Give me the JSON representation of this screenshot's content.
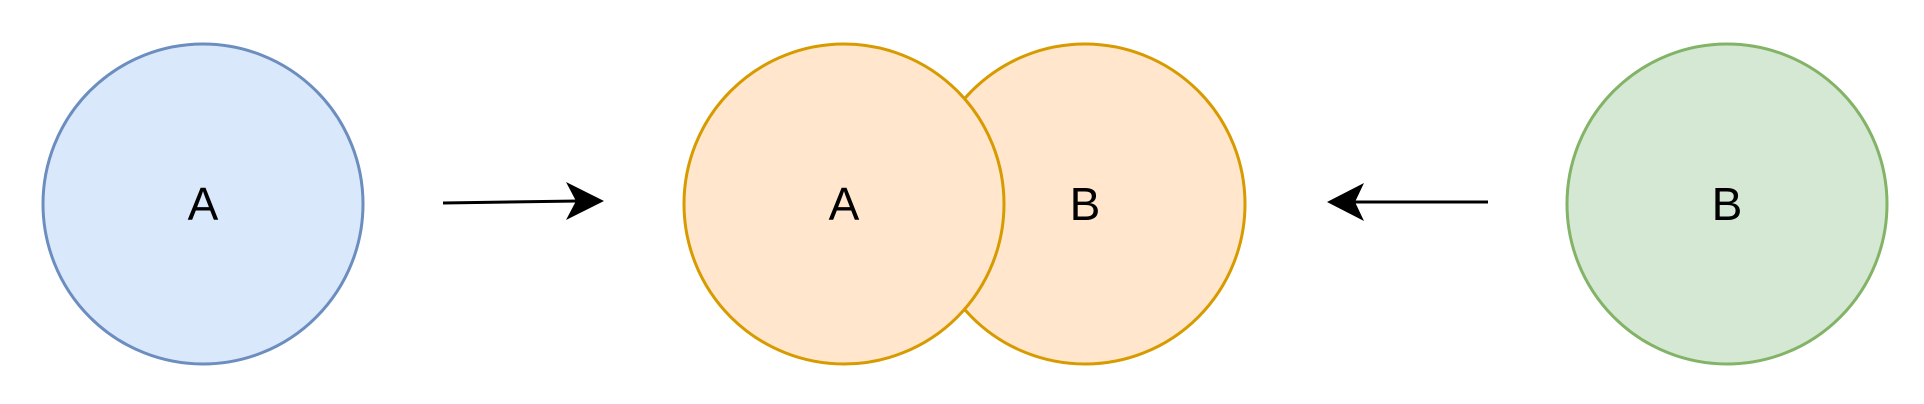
{
  "diagram": {
    "nodes": {
      "left": {
        "label": "A",
        "fill": "#dae8fc",
        "stroke": "#6c8ebf"
      },
      "center_a": {
        "label": "A",
        "fill": "#ffe6cc",
        "stroke": "#d79b00"
      },
      "center_b": {
        "label": "B",
        "fill": "#ffe6cc",
        "stroke": "#d79b00"
      },
      "right": {
        "label": "B",
        "fill": "#d5e8d4",
        "stroke": "#82b366"
      }
    },
    "edges": [
      {
        "from": "left",
        "to": "center_a",
        "color": "#000000"
      },
      {
        "from": "right",
        "to": "center_b",
        "color": "#000000"
      }
    ]
  }
}
